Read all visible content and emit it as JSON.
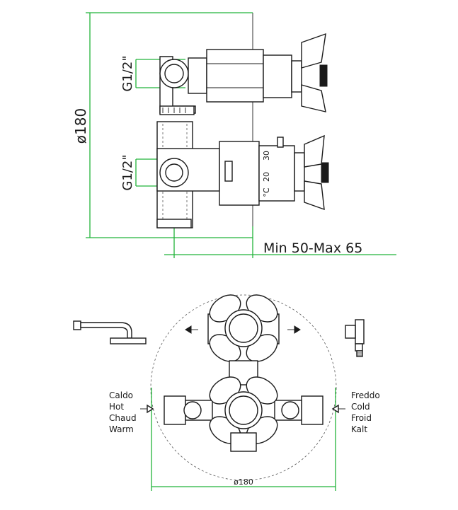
{
  "side_view": {
    "overall_dimension": "ø180",
    "inlet_top": "G1/2\"",
    "inlet_bottom": "G1/2\"",
    "thermo_scale": [
      "30",
      "20",
      "°C"
    ],
    "wall_depth": "Min 50-Max 65"
  },
  "front_view": {
    "diameter": "ø180",
    "hot_side": [
      "Caldo",
      "Hot",
      "Chaud",
      "Warm"
    ],
    "cold_side": [
      "Freddo",
      "Cold",
      "Froid",
      "Kalt"
    ]
  },
  "colors": {
    "dimension_lines": "#22b33a",
    "linework": "#1a1a1a"
  }
}
